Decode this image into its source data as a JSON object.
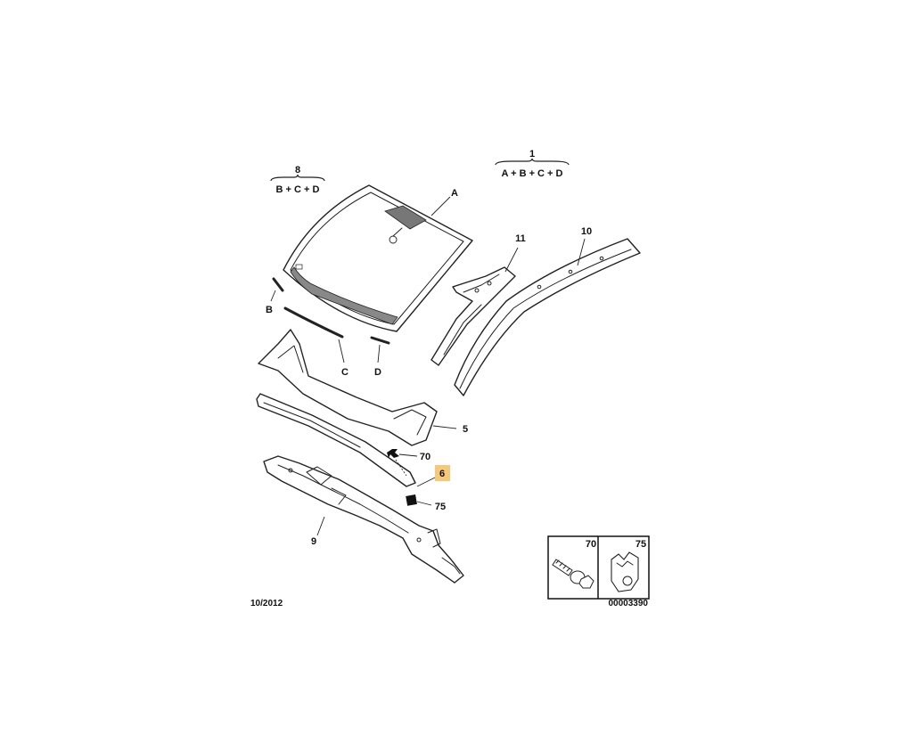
{
  "groups": {
    "g8": {
      "number": "8",
      "parts": "B + C + D"
    },
    "g1": {
      "number": "1",
      "parts": "A + B + C + D"
    }
  },
  "callouts": {
    "a": "A",
    "b": "B",
    "c": "C",
    "d": "D",
    "p11": "11",
    "p10": "10",
    "p5": "5",
    "p70": "70",
    "p6": "6",
    "p75": "75",
    "p9": "9"
  },
  "legend": {
    "item70": "70",
    "item75": "75"
  },
  "date_code": "10/2012",
  "diagram_ref": "00003390",
  "colors": {
    "highlight": "#f5c97a",
    "line": "#222222",
    "glass_band": "#888888"
  }
}
